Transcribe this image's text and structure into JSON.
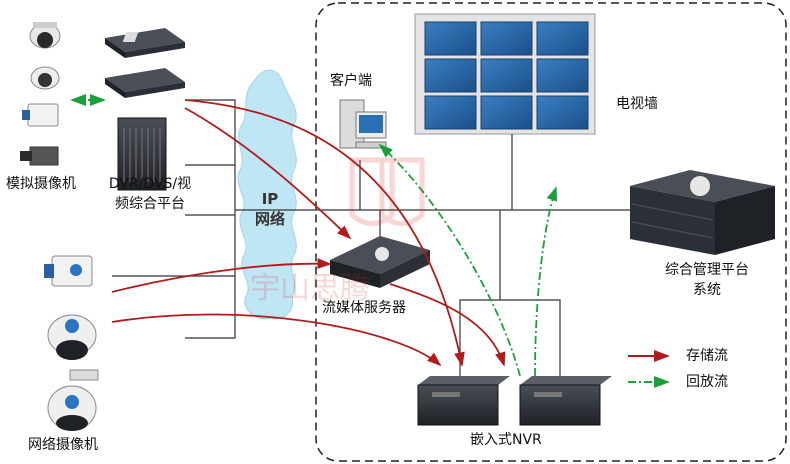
{
  "labels": {
    "analog_camera": "模拟摄像机",
    "dvr_line1": "DVR/DVS/视",
    "dvr_line2": "频综合平台",
    "ip_network_line1": "IP",
    "ip_network_line2": "网络",
    "client": "客户端",
    "video_wall": "电视墙",
    "mgmt_line1": "综合管理平台",
    "mgmt_line2": "系统",
    "stream_server": "流媒体服务器",
    "nvr": "嵌入式NVR",
    "network_camera": "网络摄像机"
  },
  "legend": [
    {
      "label": "存储流",
      "color": "#b01c1c",
      "style": "solid"
    },
    {
      "label": "回放流",
      "color": "#1aa03a",
      "style": "dashdot"
    }
  ],
  "watermark": "宇山思腾",
  "colors": {
    "storage_flow": "#b01c1c",
    "playback_flow": "#1aa03a",
    "cloud": "#bfe6f5",
    "device_dark": "#2b2f36"
  }
}
